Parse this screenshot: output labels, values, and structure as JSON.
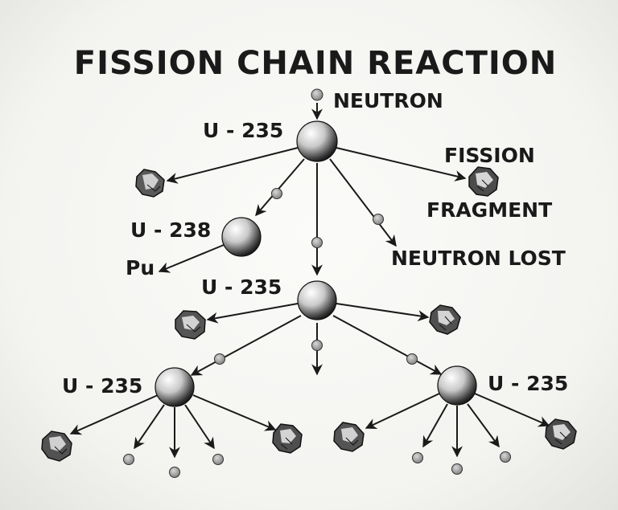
{
  "title": "FISSION CHAIN REACTION",
  "labels": {
    "neutron": "NEUTRON",
    "u235_top": "U - 235",
    "fission": "FISSION",
    "fragment": "FRAGMENT",
    "u238": "U - 238",
    "pu": "Pu",
    "neutron_lost": "NEUTRON LOST",
    "u235_mid": "U - 235",
    "u235_left": "U - 235",
    "u235_right": "U - 235"
  },
  "colors": {
    "ink": "#1a1a1a",
    "background": "#f6f6f3",
    "neutron_fill": "#a8a8a8"
  }
}
